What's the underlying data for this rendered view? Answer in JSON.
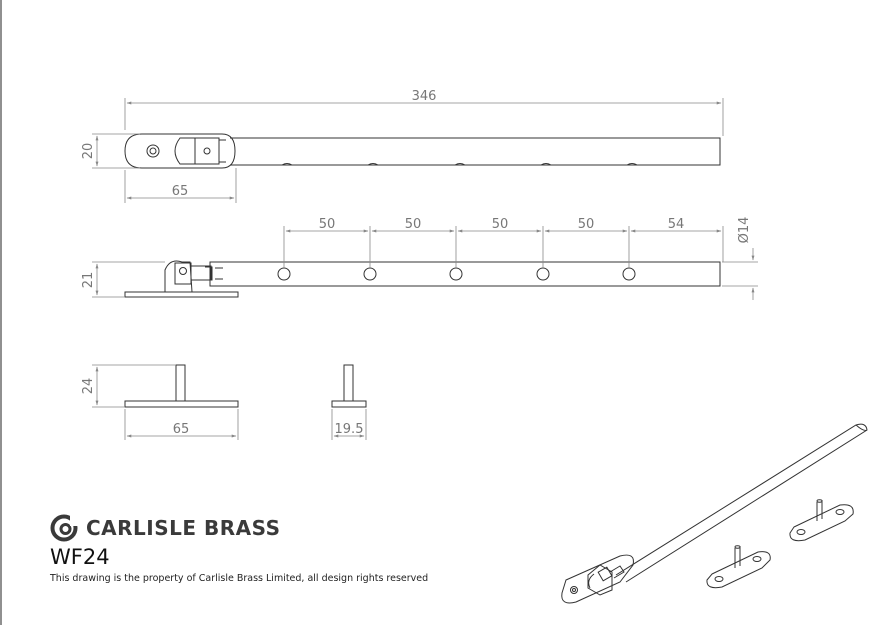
{
  "brand": {
    "name": "CARLISLE BRASS"
  },
  "product": {
    "code": "WF24"
  },
  "notice": "This drawing is the property of Carlisle Brass Limited, all design rights reserved",
  "dimensions": {
    "overall_length": "346",
    "bar_height": "20",
    "plate_length_top": "65",
    "hole_spacings": [
      "50",
      "50",
      "50",
      "50",
      "54"
    ],
    "bar_diameter": "Ø14",
    "side_height": "21",
    "pin_height": "24",
    "pin_plate_length": "65",
    "pin_plate_width": "19.5"
  },
  "colors": {
    "line": "#333333",
    "dim": "#888888",
    "text": "#777777"
  }
}
